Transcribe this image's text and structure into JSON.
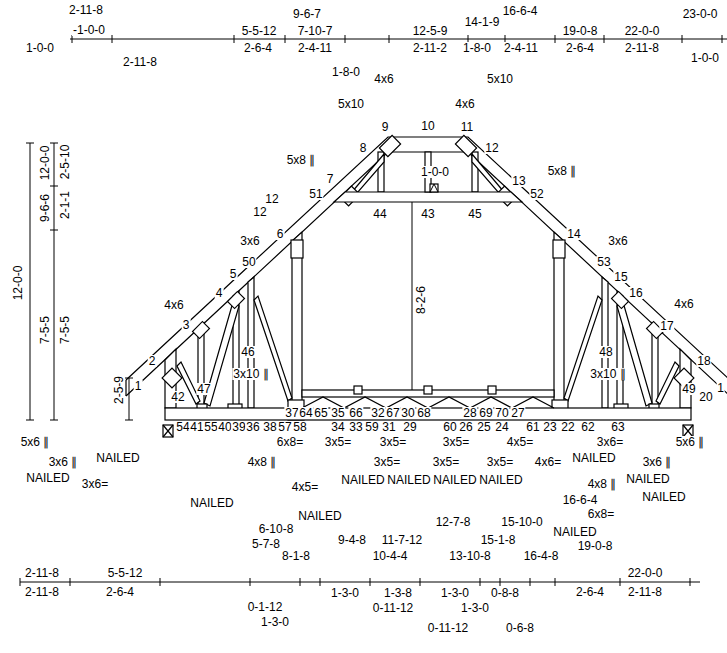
{
  "diagram": {
    "labels": [
      "2-11-8",
      "9-6-7",
      "16-6-4",
      "23-0-0",
      "-1-0-0",
      "5-5-12",
      "7-10-7",
      "12-5-9",
      "14-1-9",
      "19-0-8",
      "22-0-0",
      "1-0-0",
      "2-6-4",
      "2-4-11",
      "2-11-2",
      "1-8-0",
      "2-4-11",
      "2-6-4",
      "2-11-8",
      "1-0-0",
      "2-11-8",
      "1-8-0",
      "4x6",
      "5x10",
      "5x10",
      "4x6",
      "9",
      "10",
      "11",
      "8",
      "12",
      "5x8 ∥",
      "5x8 ∥",
      "1-0-0",
      "7",
      "13",
      "51",
      "52",
      "12",
      "12",
      "44",
      "43",
      "45",
      "6",
      "14",
      "3x6",
      "3x6",
      "50",
      "53",
      "5",
      "15",
      "4",
      "16",
      "4x6",
      "4x6",
      "8-2-6",
      "3",
      "17",
      "46",
      "48",
      "2",
      "18",
      "3x10 ∥",
      "3x10 ∥",
      "1",
      "1",
      "47",
      "49",
      "42",
      "20",
      "37",
      "64",
      "65",
      "35",
      "66",
      "32",
      "67",
      "30",
      "68",
      "28",
      "69",
      "70",
      "27",
      "54",
      "41",
      "55",
      "40",
      "39",
      "36",
      "38",
      "57",
      "58",
      "34",
      "33",
      "59",
      "31",
      "29",
      "60",
      "26",
      "25",
      "24",
      "61",
      "23",
      "22",
      "62",
      "63",
      "5x6 ∥",
      "6x8=",
      "3x5=",
      "3x5=",
      "3x5=",
      "4x5=",
      "3x6=",
      "5x6 ∥",
      "3x6 ∥",
      "NAILED",
      "4x8 ∥",
      "3x5=",
      "3x5=",
      "3x5=",
      "4x6=",
      "NAILED",
      "3x6 ∥",
      "NAILED",
      "3x6=",
      "4x5=",
      "NAILED",
      "NAILED",
      "NAILED",
      "NAILED",
      "4x8 ∥",
      "NAILED",
      "NAILED",
      "16-6-4",
      "NAILED",
      "6x8=",
      "NAILED",
      "6-10-8",
      "12-7-8",
      "15-10-0",
      "NAILED",
      "5-7-8",
      "9-4-8",
      "11-7-12",
      "15-1-8",
      "19-0-8",
      "8-1-8",
      "10-4-4",
      "13-10-8",
      "16-4-8",
      "2-11-8",
      "5-5-12",
      "22-0-0",
      "2-11-8",
      "2-6-4",
      "1-3-0",
      "1-3-8",
      "1-3-0",
      "0-8-8",
      "2-6-4",
      "2-11-8",
      "0-1-12",
      "0-11-12",
      "1-3-0",
      "1-3-0",
      "0-11-12",
      "0-6-8",
      "12-0-0",
      "12-0-0",
      "9-6-6",
      "2-5-10",
      "2-1-1",
      "7-5-5",
      "7-5-5",
      "2-5-9"
    ]
  }
}
